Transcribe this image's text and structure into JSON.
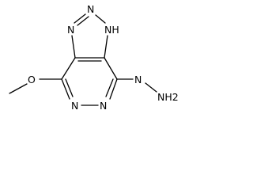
{
  "molecule": {
    "atom_labels": {
      "n1": "N",
      "n2": "N",
      "nh": "NH",
      "o": "O",
      "n_ring_left": "N",
      "n_ring_right": "N",
      "n_hydrazine_1": "N",
      "nh2": "NH2"
    },
    "colors": {
      "bond": "#000000",
      "label": "#000000",
      "background": "#ffffff"
    }
  }
}
